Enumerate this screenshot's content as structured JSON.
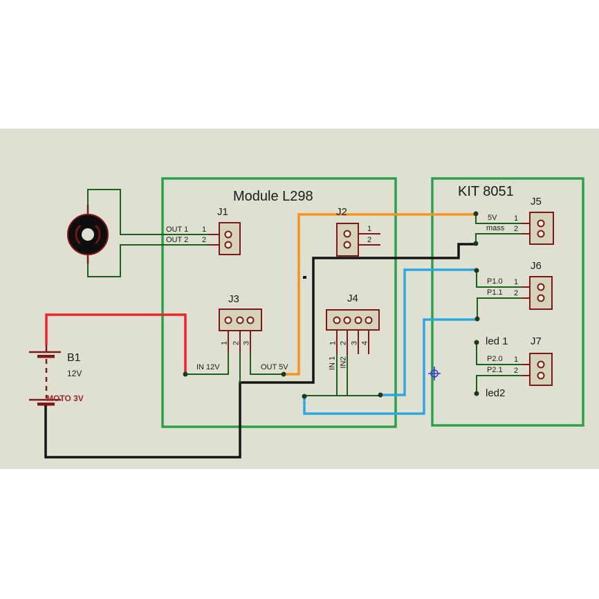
{
  "titles": {
    "module_board": "Module L298",
    "kit_board": "KIT 8051"
  },
  "motor": {
    "label": "MOTO 3V"
  },
  "battery": {
    "ref": "B1",
    "value": "12V"
  },
  "nets": {
    "in_12v": "IN 12V",
    "out_5v": "OUT 5V"
  },
  "j1": {
    "ref": "J1",
    "pin1_label": "OUT 1",
    "pin1_num": "1",
    "pin2_label": "OUT 2",
    "pin2_num": "2"
  },
  "j2": {
    "ref": "J2",
    "pin1_num": "1",
    "pin2_num": "2"
  },
  "j3": {
    "ref": "J3",
    "pin_nums": [
      "1",
      "2",
      "3"
    ]
  },
  "j4": {
    "ref": "J4",
    "pin_nums": [
      "1",
      "2",
      "3",
      "4"
    ],
    "sig1": "IN 1",
    "sig2": "IN2"
  },
  "j5": {
    "ref": "J5",
    "pin1_label": "5V",
    "pin1_num": "1",
    "pin2_label": "mass",
    "pin2_num": "2"
  },
  "j6": {
    "ref": "J6",
    "pin1_label": "P1.0",
    "pin1_num": "1",
    "pin2_label": "P1.1",
    "pin2_num": "2"
  },
  "j7": {
    "ref": "J7",
    "pin1_label": "P2.0",
    "pin1_num": "1",
    "pin2_label": "P2.1",
    "pin2_num": "2",
    "led1": "led 1",
    "led2": "led2"
  },
  "colors": {
    "page_background": "#ffffff",
    "sheet_background": "#dfe0d2",
    "board_outline_green": "#2aa14a",
    "wire_dark_green": "#156115",
    "component_maroon": "#7e1818",
    "component_fill": "#d5d3b9",
    "pin_hole_fill": "#f2f0e3",
    "wire_red": "#e8262b",
    "wire_black": "#141414",
    "wire_orange": "#f7941d",
    "wire_blue": "#2da7df",
    "junction_dot": "#1b3a1b",
    "cursor_blue": "#3b3bcf",
    "motor_label_red": "#9b2b2b"
  }
}
